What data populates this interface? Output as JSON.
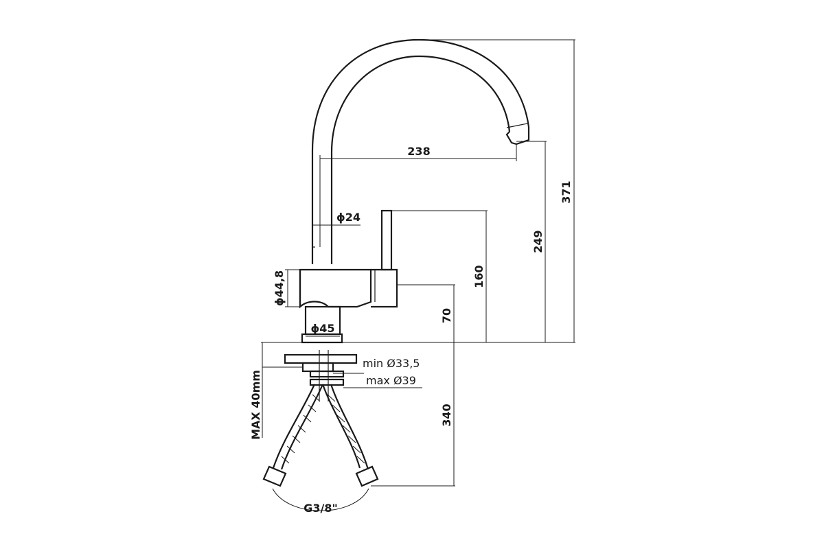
{
  "dimensions": {
    "reach": "238",
    "total_height": "371",
    "spout_height": "249",
    "lever_height": "160",
    "body_height": "70",
    "below_deck": "340",
    "spout_diameter": "ϕ24",
    "body_diameter": "ϕ44,8",
    "base_diameter": "ϕ45",
    "hole_min": "min Ø33,5",
    "hole_max": "max Ø39",
    "deck_max": "MAX 40mm",
    "connector": "G3/8\""
  }
}
